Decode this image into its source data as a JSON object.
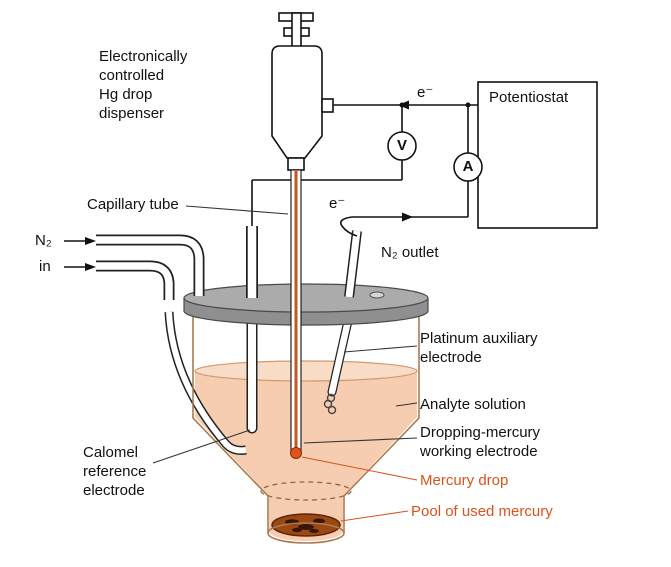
{
  "diagram": {
    "labels": {
      "dispenser": "Electronically\ncontrolled\nHg drop\ndispenser",
      "capillary_tube": "Capillary tube",
      "n2_in_line1": "N₂",
      "n2_in_line2": "in",
      "n2_outlet": "N₂ outlet",
      "potentiostat": "Potentiostat",
      "electron_to_dispenser": "e⁻",
      "electron_from_cell": "e⁻",
      "voltmeter": "V",
      "ammeter": "A",
      "platinum_auxiliary": "Platinum auxiliary\nelectrode",
      "analyte_solution": "Analyte solution",
      "dropping_mercury": "Dropping-mercury\nworking electrode",
      "mercury_drop": "Mercury drop",
      "pool_of_mercury": "Pool of used mercury",
      "calomel_reference": "Calomel\nreference\nelectrode"
    },
    "colors": {
      "highlight_orange": "#d9531e",
      "solution_fill": "#f6cdb0",
      "solution_surface": "#f9dcc6",
      "lid_gray": "#ababab",
      "lid_side_gray": "#8f8f8f",
      "capillary_orange": "#c2571f",
      "mercury_drop_orange": "#e0541c",
      "mercury_pool_brown": "#9c4812"
    }
  }
}
